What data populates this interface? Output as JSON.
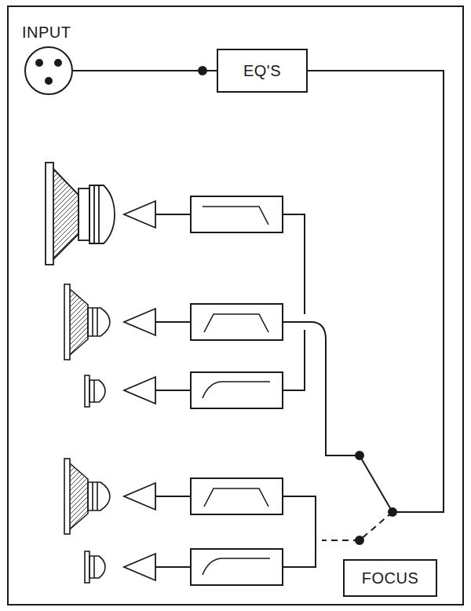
{
  "diagram": {
    "nodes": [
      {
        "text": [
          "EQ'S"
        ]
      },
      {
        "text": [
          "FOCUS"
        ]
      }
    ],
    "labels": [
      "INPUT"
    ]
  }
}
